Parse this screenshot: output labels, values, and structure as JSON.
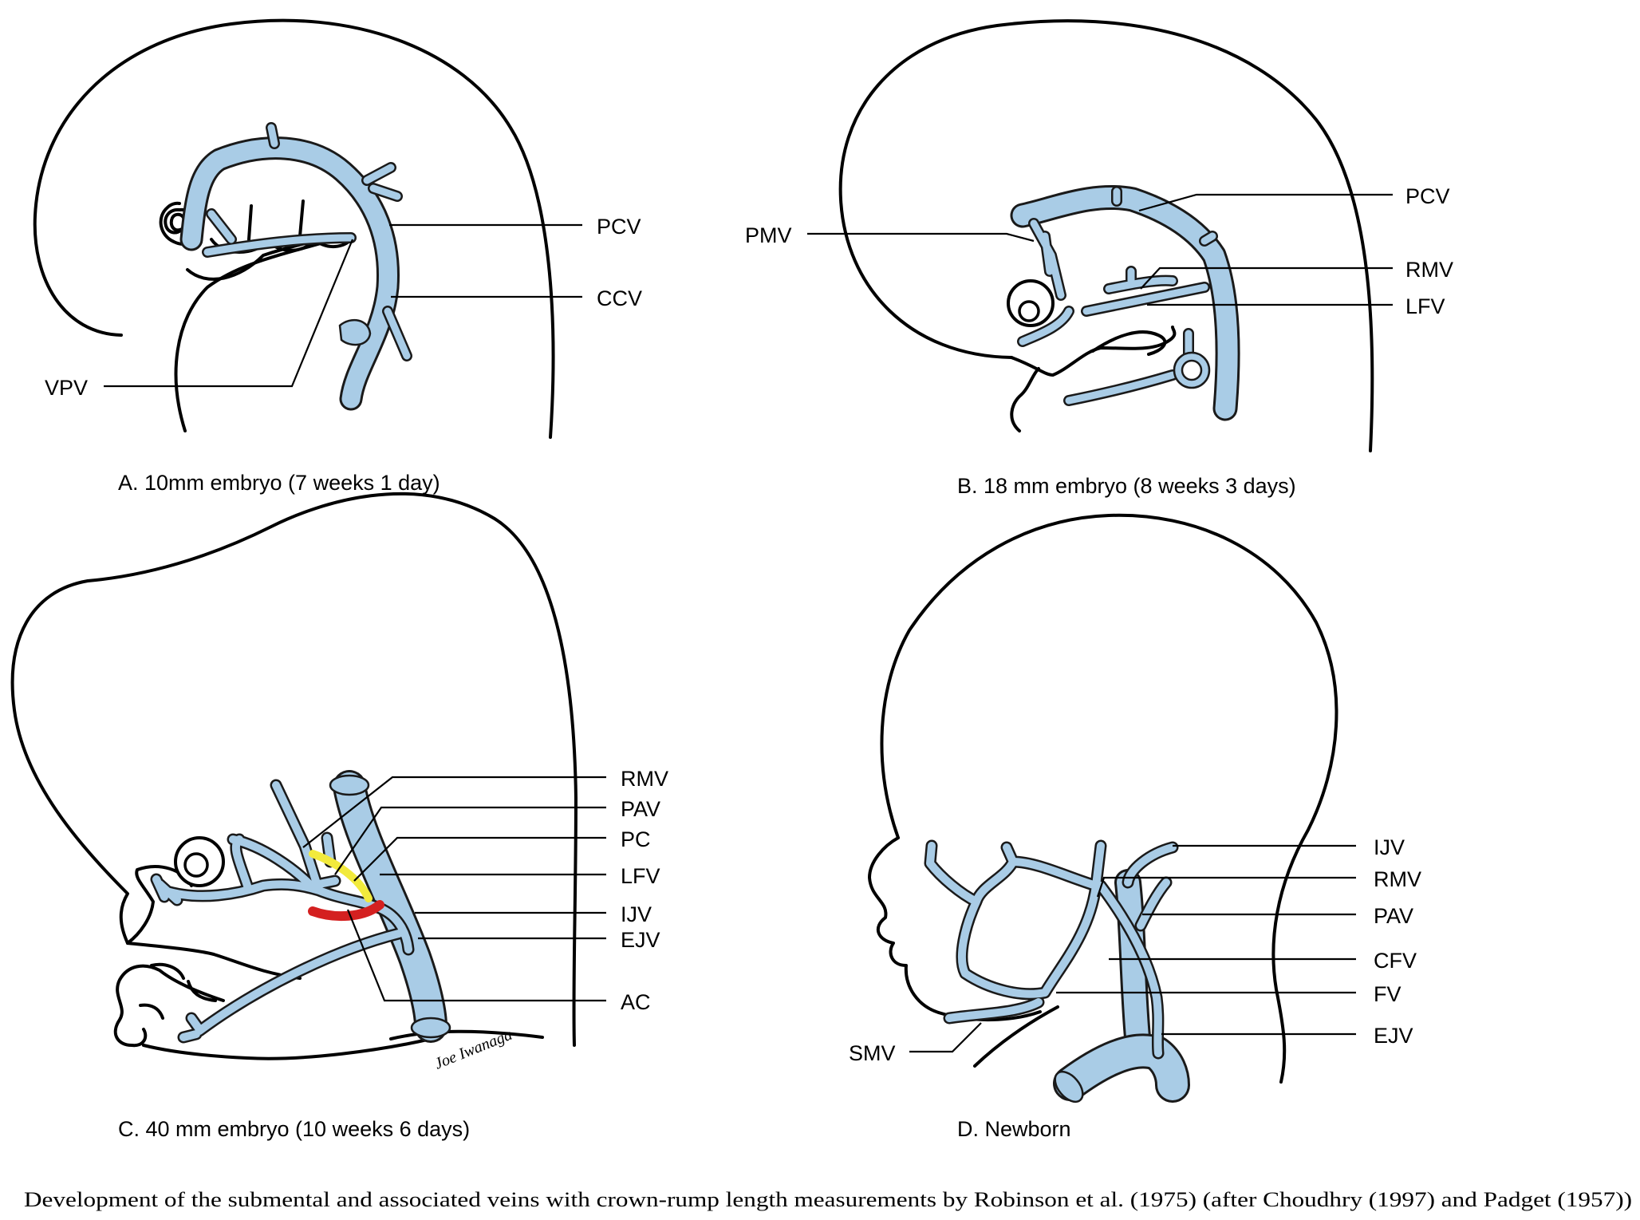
{
  "colors": {
    "vein_fill": "#a9cce6",
    "vein_edge": "#1a1a1a",
    "outline": "#000000",
    "pc_highlight": "#f2ea3c",
    "ac_highlight": "#d42020"
  },
  "panels": {
    "a": {
      "caption": "A. 10mm embryo (7 weeks 1 day)",
      "labels": {
        "pcv": "PCV",
        "ccv": "CCV",
        "vpv": "VPV"
      }
    },
    "b": {
      "caption": "B. 18 mm embryo (8 weeks 3 days)",
      "labels": {
        "pcv": "PCV",
        "pmv": "PMV",
        "rmv": "RMV",
        "lfv": "LFV"
      }
    },
    "c": {
      "caption": "C. 40 mm embryo (10 weeks 6 days)",
      "labels": {
        "rmv": "RMV",
        "pav": "PAV",
        "pc": "PC",
        "lfv": "LFV",
        "ijv": "IJV",
        "ejv": "EJV",
        "ac": "AC"
      },
      "signature": "Joe Iwanaga"
    },
    "d": {
      "caption": "D. Newborn",
      "labels": {
        "ijv": "IJV",
        "rmv": "RMV",
        "pav": "PAV",
        "cfv": "CFV",
        "fv": "FV",
        "ejv": "EJV",
        "smv": "SMV"
      }
    }
  },
  "figure_caption": "Development of the submental and associated veins with crown-rump length measurements by Robinson et al. (1975) (after Choudhry (1997) and Padget (1957))"
}
